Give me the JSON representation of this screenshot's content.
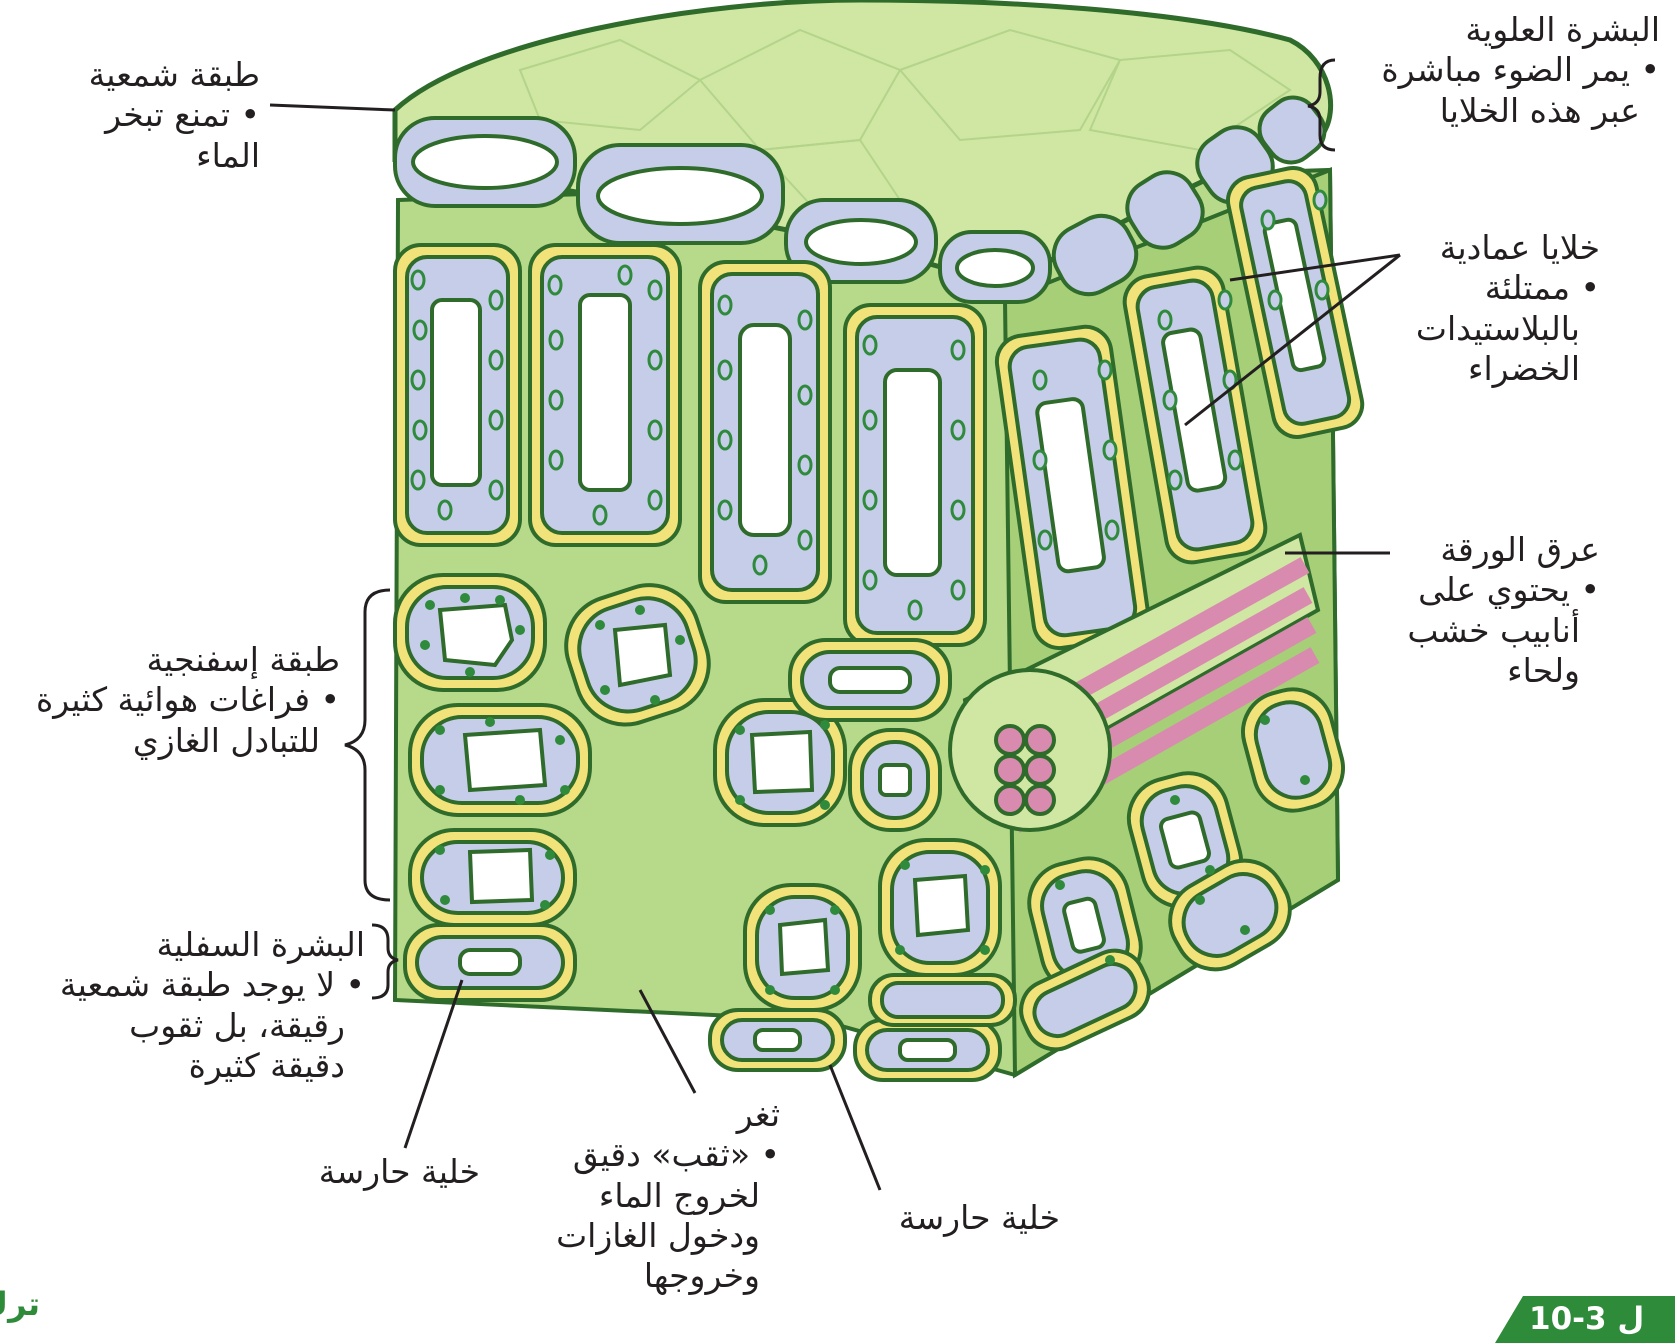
{
  "labels": {
    "waxy_layer": {
      "title": "طبقة شمعية",
      "desc": "تمنع تبخر الماء"
    },
    "upper_epidermis": {
      "title": "البشرة العلوية",
      "desc1": "يمر الضوء مباشرة",
      "desc2": "عبر هذه الخلايا"
    },
    "palisade": {
      "title": "خلايا عمادية",
      "desc1": "ممتلئة",
      "desc2": "بالبلاستيدات",
      "desc3": "الخضراء"
    },
    "vein": {
      "title": "عرق الورقة",
      "desc1": "يحتوي على",
      "desc2": "أنابيب خشب",
      "desc3": "ولحاء"
    },
    "spongy": {
      "title": "طبقة إسفنجية",
      "desc1": "فراغات هوائية كثيرة",
      "desc2": "للتبادل الغازي"
    },
    "lower_epidermis": {
      "title": "البشرة السفلية",
      "desc1": "لا يوجد طبقة شمعية",
      "desc2": "رقيقة، بل ثقوب",
      "desc3": "دقيقة كثيرة"
    },
    "guard_cell_left": {
      "title": "خلية حارسة"
    },
    "guard_cell_right": {
      "title": "خلية حارسة"
    },
    "stoma": {
      "title": "ثغر",
      "desc1": "«ثقب» دقيق",
      "desc2": "لخروج الماء",
      "desc3": "ودخول الغازات",
      "desc4": "وخروجها"
    }
  },
  "corner": {
    "left_text": "ترك",
    "right_text": "10-3 ل"
  },
  "colors": {
    "tissue": "#c9e39a",
    "tissue_dark": "#8fc46a",
    "outline": "#2f6b2a",
    "cell_wall": "#f1e37a",
    "cytoplasm": "#c5cde8",
    "vacuole": "#ffffff",
    "chloroplast": "#2f8a3c",
    "xylem": "#d98aaf",
    "label_text": "#231f20",
    "accent": "#2e8b3a"
  }
}
